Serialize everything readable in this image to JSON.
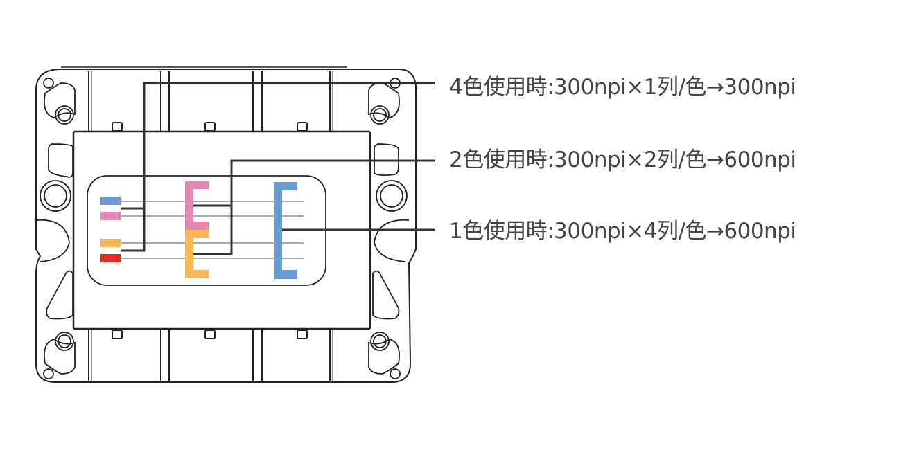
{
  "diagram": {
    "title": "",
    "colors": {
      "blue": "#6b9bd1",
      "pink": "#e587b4",
      "yellow": "#f8b857",
      "red": "#e62b20",
      "leader_line": "#333333",
      "outline": "#222222",
      "label_text": "#444444"
    },
    "left_nozzle_rows": [
      {
        "color": "blue"
      },
      {
        "color": "pink"
      },
      {
        "color": "yellow"
      },
      {
        "color": "red"
      }
    ],
    "middle_brackets": [
      {
        "color": "pink",
        "rows": 2
      },
      {
        "color": "yellow",
        "rows": 2
      }
    ],
    "right_bracket": {
      "color": "blue",
      "rows": 4
    },
    "labels": [
      {
        "mode": "4色使用時",
        "text": "4色使用時:300npi×1列/色→300npi"
      },
      {
        "mode": "2色使用時",
        "text": "2色使用時:300npi×2列/色→600npi"
      },
      {
        "mode": "1色使用時",
        "text": "1色使用時:300npi×4列/色→600npi"
      }
    ]
  }
}
